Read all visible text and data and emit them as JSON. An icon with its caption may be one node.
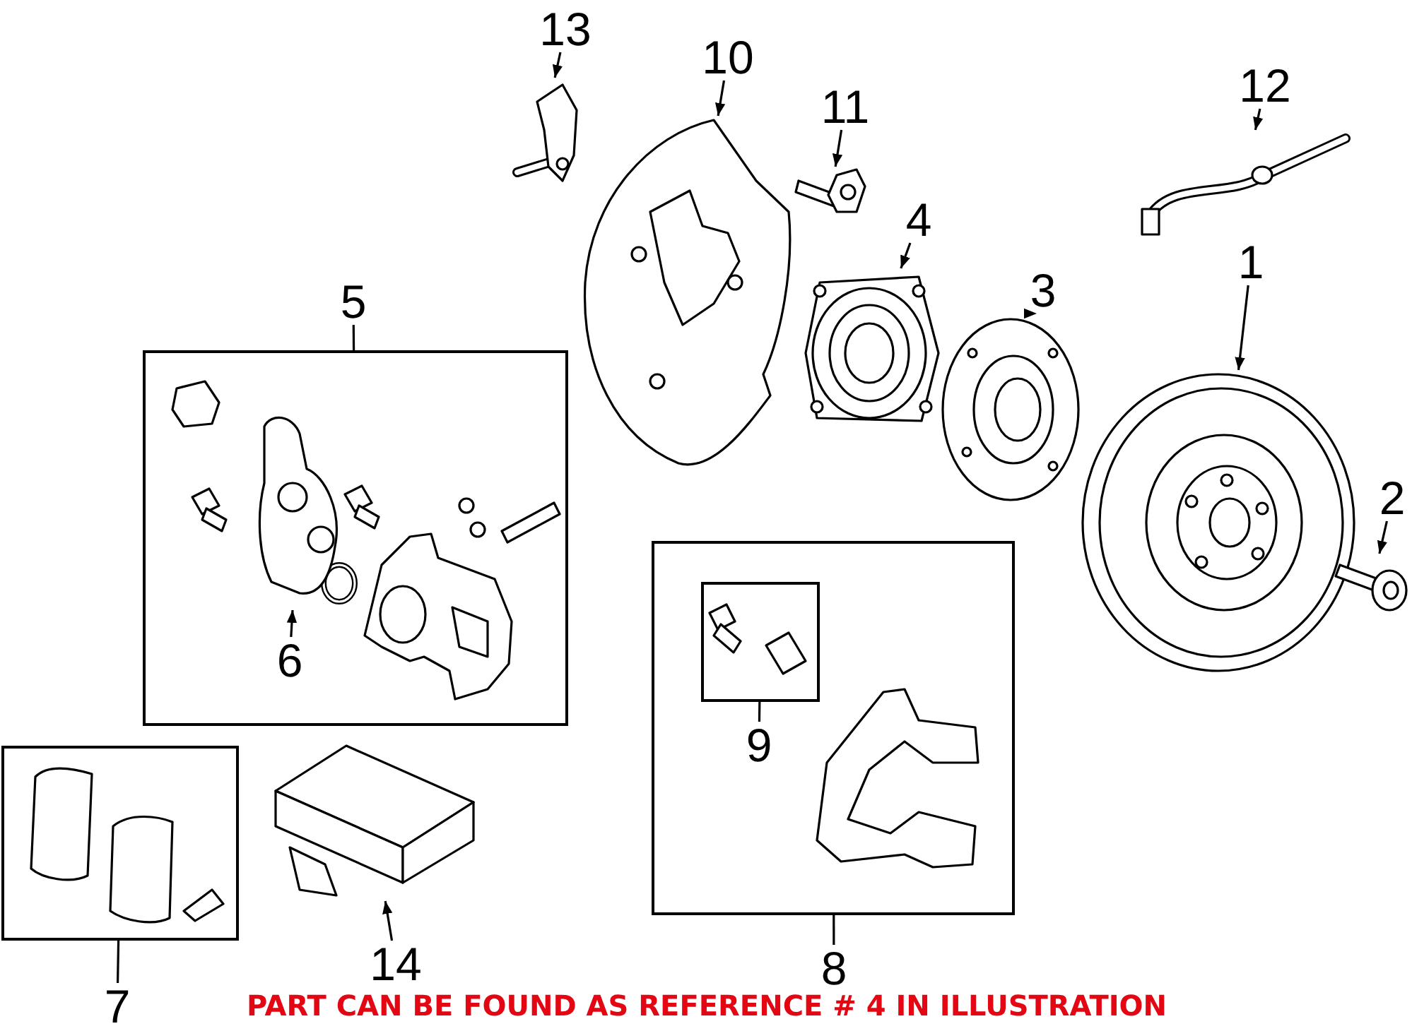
{
  "diagram": {
    "caption": "PART CAN BE FOUND AS REFERENCE # 4 IN ILLUSTRATION",
    "nodes": [
      {
        "text": [
          "13"
        ]
      },
      {
        "text": [],
        "shape": "picture"
      },
      {
        "text": [
          "10"
        ]
      },
      {
        "text": [],
        "shape": "picture"
      },
      {
        "text": [
          "11"
        ]
      },
      {
        "text": [],
        "shape": "picture"
      },
      {
        "text": [
          "4"
        ]
      },
      {
        "text": [],
        "shape": "picture"
      },
      {
        "text": [
          "12"
        ]
      },
      {
        "text": [],
        "shape": "picture"
      },
      {
        "text": [
          "3"
        ]
      },
      {
        "text": [],
        "shape": "picture"
      },
      {
        "text": [
          "1"
        ]
      },
      {
        "text": [],
        "shape": "picture"
      },
      {
        "text": [
          "2"
        ]
      },
      {
        "text": [],
        "shape": "picture"
      },
      {
        "text": [
          "5"
        ]
      },
      {
        "text": [],
        "shape": "box"
      },
      {
        "text": [
          "6"
        ],
        "in": 17
      },
      {
        "text": [],
        "shape": "picture",
        "in": 17
      },
      {
        "text": [],
        "shape": "box"
      },
      {
        "text": [],
        "shape": "box",
        "in": 20
      },
      {
        "text": [
          "9"
        ],
        "in": 20
      },
      {
        "text": [
          "8"
        ]
      },
      {
        "text": [],
        "shape": "box"
      },
      {
        "text": [
          "7"
        ]
      },
      {
        "text": [
          "14"
        ]
      },
      {
        "text": [],
        "shape": "picture"
      }
    ],
    "edges": [
      {
        "from": 0,
        "to": 1,
        "arrow": "to"
      },
      {
        "from": 2,
        "to": 3,
        "arrow": "to"
      },
      {
        "from": 4,
        "to": 5,
        "arrow": "to"
      },
      {
        "from": 6,
        "to": 7,
        "arrow": "to"
      },
      {
        "from": 8,
        "to": 9,
        "arrow": "to"
      },
      {
        "from": 10,
        "to": 11,
        "arrow": "to"
      },
      {
        "from": 12,
        "to": 13,
        "arrow": "to"
      },
      {
        "from": 14,
        "to": 15,
        "arrow": "to"
      },
      {
        "from": 16,
        "to": 17,
        "arrow": "none"
      },
      {
        "from": 18,
        "to": 19,
        "arrow": "to"
      },
      {
        "from": 22,
        "to": 21,
        "arrow": "none"
      },
      {
        "from": 23,
        "to": 20,
        "arrow": "none"
      },
      {
        "from": 25,
        "to": 24,
        "arrow": "none"
      },
      {
        "from": 26,
        "to": 27,
        "arrow": "to"
      }
    ]
  }
}
